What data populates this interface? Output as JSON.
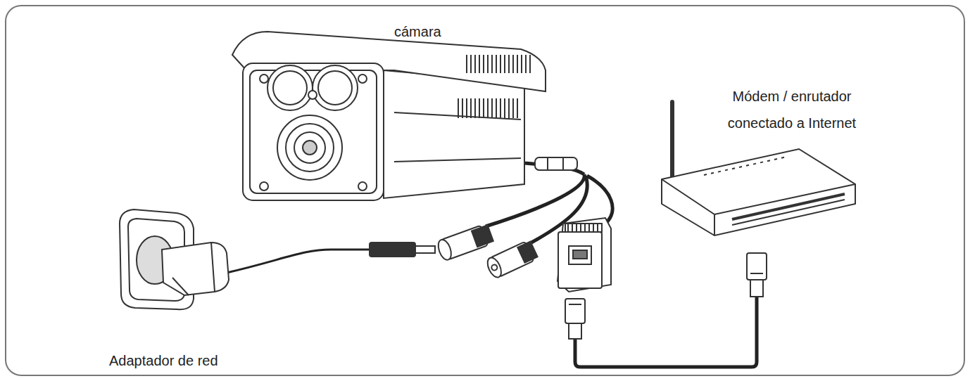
{
  "diagram": {
    "labels": [
      "cámara",
      "Módem / enrutador conectado a Internet",
      "Adaptador de red"
    ]
  }
}
